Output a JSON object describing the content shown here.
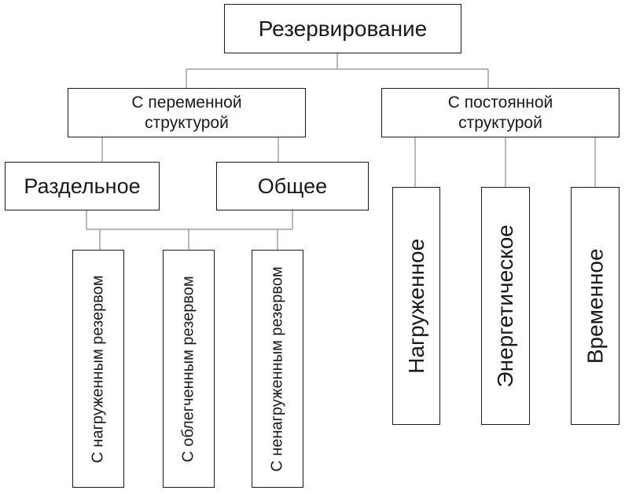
{
  "diagram": {
    "root": {
      "label": "Резервирование"
    },
    "variable_structure": {
      "label": "С переменной\nструктурой"
    },
    "constant_structure": {
      "label": "С постоянной\nструктурой"
    },
    "separate": {
      "label": "Раздельное"
    },
    "common": {
      "label": "Общее"
    },
    "loaded_reserve": {
      "label": "С нагруженным\nрезервом"
    },
    "lightened_reserve": {
      "label": "С облегченным\nрезервом"
    },
    "unloaded_reserve": {
      "label": "С ненагруженным\nрезервом"
    },
    "loaded": {
      "label": "Нагруженное"
    },
    "energetic": {
      "label": "Энергетическое"
    },
    "temporal": {
      "label": "Временное"
    }
  }
}
